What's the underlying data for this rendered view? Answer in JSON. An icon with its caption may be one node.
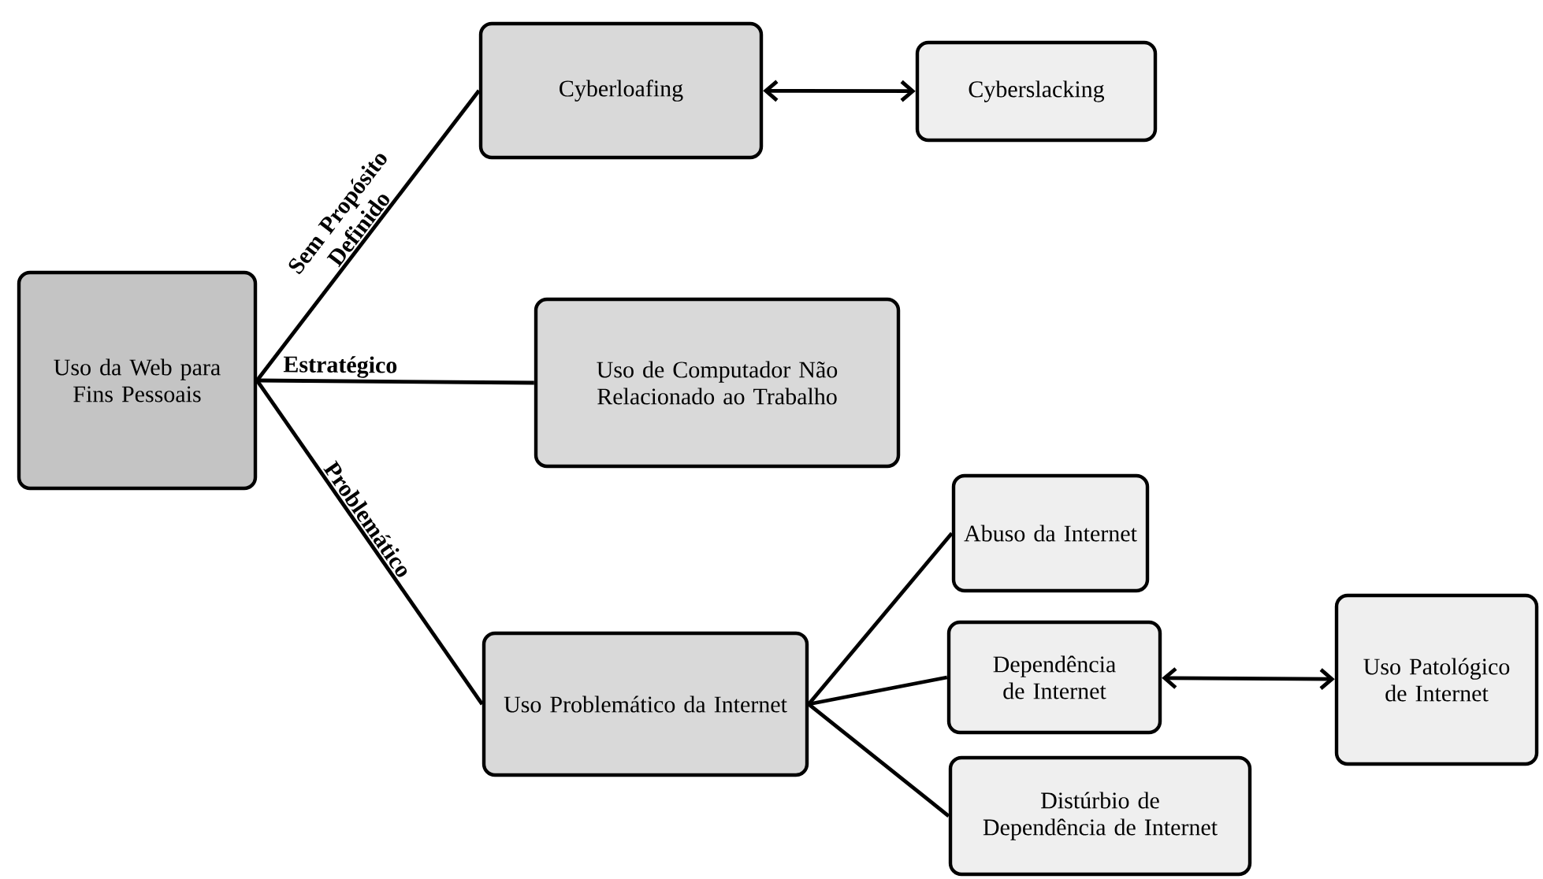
{
  "diagram": {
    "nodes": [
      {
        "text": [
          "Uso da Web para Fins Pessoais"
        ]
      },
      {
        "text": [
          "Cyberloafing"
        ]
      },
      {
        "text": [
          "Cyberslacking"
        ]
      },
      {
        "text": [
          "Uso de Computador Não Relacionado ao Trabalho"
        ]
      },
      {
        "text": [
          "Uso Problemático da Internet"
        ]
      },
      {
        "text": [
          "Abuso da Internet"
        ]
      },
      {
        "text": [
          "Dependência de Internet"
        ]
      },
      {
        "text": [
          "Distúrbio de Dependência de Internet"
        ]
      },
      {
        "text": [
          "Uso Patológico de Internet"
        ]
      }
    ],
    "edges": [
      {
        "from": 0,
        "to": 1,
        "arrow": "none",
        "label": "Sem Propósito Definido"
      },
      {
        "from": 1,
        "to": 2,
        "arrow": "both"
      },
      {
        "from": 0,
        "to": 3,
        "arrow": "none",
        "label": "Estratégico"
      },
      {
        "from": 0,
        "to": 4,
        "arrow": "none",
        "label": "Problemático"
      },
      {
        "from": 4,
        "to": 5,
        "arrow": "none"
      },
      {
        "from": 4,
        "to": 6,
        "arrow": "none"
      },
      {
        "from": 4,
        "to": 7,
        "arrow": "none"
      },
      {
        "from": 6,
        "to": 8,
        "arrow": "both"
      }
    ]
  }
}
